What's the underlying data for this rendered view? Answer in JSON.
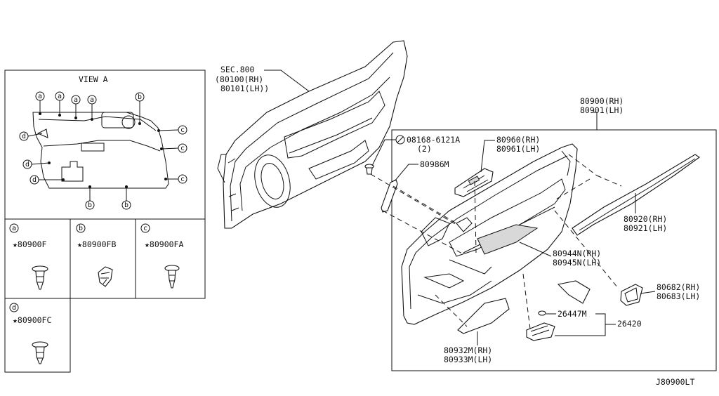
{
  "view_a": {
    "title": "VIEW A",
    "callouts_top": [
      "a",
      "a",
      "a",
      "a",
      "b"
    ],
    "callouts_left": [
      "d",
      "d",
      "d"
    ],
    "callouts_right": [
      "c",
      "c",
      "c"
    ],
    "callouts_bottom": [
      "b",
      "b"
    ]
  },
  "clip_legend": [
    {
      "key": "a",
      "part": "★80900F"
    },
    {
      "key": "b",
      "part": "★80900FB"
    },
    {
      "key": "c",
      "part": "★80900FA"
    },
    {
      "key": "d",
      "part": "★80900FC"
    }
  ],
  "door_panel": {
    "sec_label": [
      "SEC.800",
      "(80100(RH)",
      "80101(LH))"
    ]
  },
  "parts": {
    "trim_assy": [
      "80900(RH)",
      "80901(LH)"
    ],
    "screw": [
      "08168-6121A",
      "(2)"
    ],
    "switch_finisher": [
      "80960(RH)",
      "80961(LH)"
    ],
    "bracket": "80986M",
    "garnish": [
      "80920(RH)",
      "80921(LH)"
    ],
    "armrest": [
      "80944N(RH)",
      "80945N(LH)"
    ],
    "handle_escutcheon": [
      "80682(RH)",
      "80683(LH)"
    ],
    "lamp_bulb": "26447M",
    "lamp_assy": "26420",
    "pocket": [
      "80932M(RH)",
      "80933M(LH)"
    ]
  },
  "diagram_id": "J80900LT"
}
